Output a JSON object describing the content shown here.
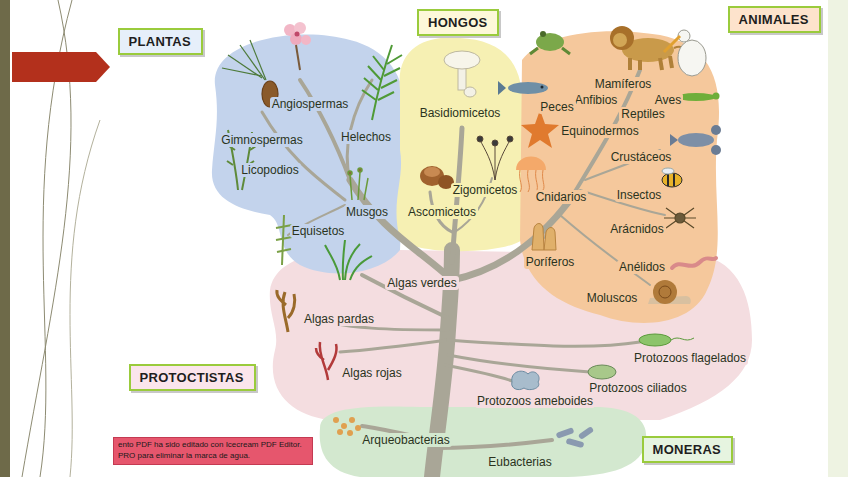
{
  "diagram": {
    "nodes": [
      {
        "text": [
          "PLANTAS"
        ]
      },
      {
        "text": [
          "HONGOS"
        ]
      },
      {
        "text": [
          "ANIMALES"
        ]
      },
      {
        "text": [
          "PROTOCTISTAS"
        ]
      },
      {
        "text": [
          "ento PDF ha sido editado con Icecream PDF Editor. PRO para eliminar la marca de agua."
        ]
      },
      {
        "text": [
          "MONERAS"
        ]
      }
    ],
    "labels": [
      "Angiospermas",
      "Mamíferos",
      "Anfibios",
      "Aves",
      "Basidiomicetos",
      "Peces",
      "Reptiles",
      "Gimnospermas",
      "Helechos",
      "Equinodermos",
      "Crustáceos",
      "Licopodios",
      "Zigomicetos",
      "Cnidarios",
      "Insectos",
      "Musgos",
      "Ascomicetos",
      "Arácnidos",
      "Equisetos",
      "Poríferos",
      "Anélidos",
      "Algas verdes",
      "Moluscos",
      "Algas pardas",
      "Protozoos flagelados",
      "Algas rojas",
      "Protozoos ciliados",
      "Protozoos ameboides",
      "Arqueobacterias",
      "Eubacterias"
    ]
  }
}
